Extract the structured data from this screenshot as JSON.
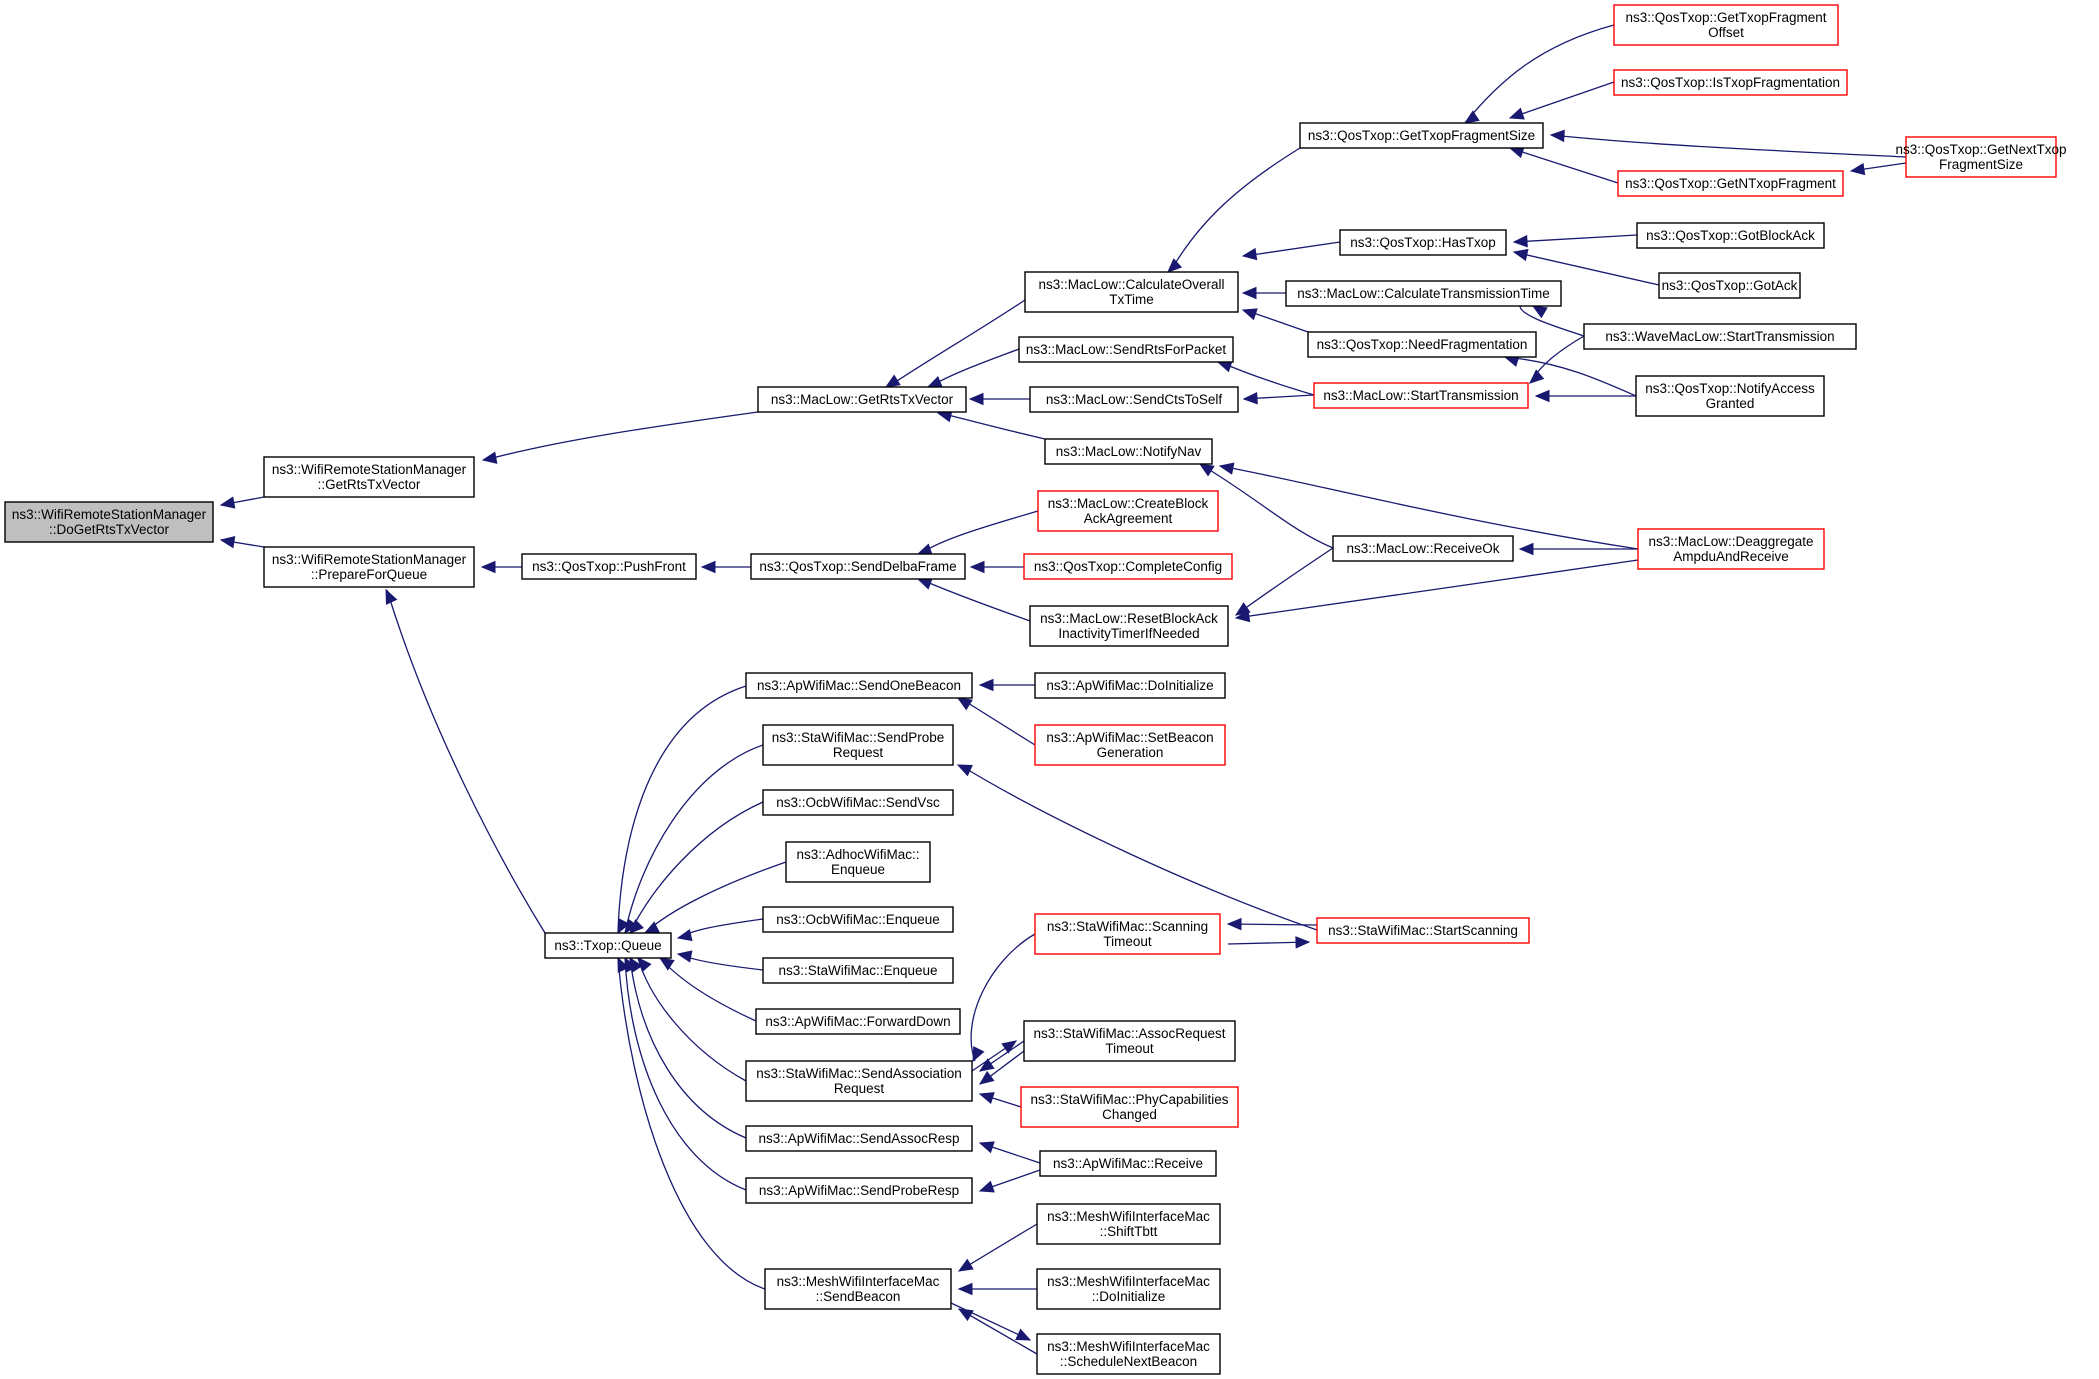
{
  "colors": {
    "edge": "#191970",
    "normal_border": "#000000",
    "red_border": "#ff0000",
    "highlight_fill": "#bfbfbf",
    "fill": "#ffffff"
  },
  "nodes": [
    {
      "id": "n0",
      "lines": [
        "ns3::WifiRemoteStationManager",
        "::DoGetRtsTxVector"
      ],
      "style": "highlight"
    },
    {
      "id": "n1",
      "lines": [
        "ns3::WifiRemoteStationManager",
        "::GetRtsTxVector"
      ],
      "style": "normal"
    },
    {
      "id": "n2",
      "lines": [
        "ns3::WifiRemoteStationManager",
        "::PrepareForQueue"
      ],
      "style": "normal"
    },
    {
      "id": "n3",
      "lines": [
        "ns3::MacLow::GetRtsTxVector"
      ],
      "style": "normal"
    },
    {
      "id": "n4",
      "lines": [
        "ns3::QosTxop::PushFront"
      ],
      "style": "normal"
    },
    {
      "id": "n5",
      "lines": [
        "ns3::Txop::Queue"
      ],
      "style": "normal"
    },
    {
      "id": "n6",
      "lines": [
        "ns3::MacLow::CalculateOverall",
        "TxTime"
      ],
      "style": "normal"
    },
    {
      "id": "n7",
      "lines": [
        "ns3::MacLow::SendRtsForPacket"
      ],
      "style": "normal"
    },
    {
      "id": "n8",
      "lines": [
        "ns3::MacLow::SendCtsToSelf"
      ],
      "style": "normal"
    },
    {
      "id": "n9",
      "lines": [
        "ns3::MacLow::NotifyNav"
      ],
      "style": "normal"
    },
    {
      "id": "n10",
      "lines": [
        "ns3::QosTxop::SendDelbaFrame"
      ],
      "style": "normal"
    },
    {
      "id": "n11",
      "lines": [
        "ns3::MacLow::CreateBlock",
        "AckAgreement"
      ],
      "style": "red"
    },
    {
      "id": "n12",
      "lines": [
        "ns3::QosTxop::CompleteConfig"
      ],
      "style": "red"
    },
    {
      "id": "n13",
      "lines": [
        "ns3::MacLow::ResetBlockAck",
        "InactivityTimerIfNeeded"
      ],
      "style": "normal"
    },
    {
      "id": "n14",
      "lines": [
        "ns3::QosTxop::GetTxopFragmentSize"
      ],
      "style": "normal"
    },
    {
      "id": "n15",
      "lines": [
        "ns3::QosTxop::HasTxop"
      ],
      "style": "normal"
    },
    {
      "id": "n16",
      "lines": [
        "ns3::MacLow::CalculateTransmissionTime"
      ],
      "style": "normal"
    },
    {
      "id": "n17",
      "lines": [
        "ns3::QosTxop::NeedFragmentation"
      ],
      "style": "normal"
    },
    {
      "id": "n18",
      "lines": [
        "ns3::MacLow::StartTransmission"
      ],
      "style": "red"
    },
    {
      "id": "n19",
      "lines": [
        "ns3::MacLow::ReceiveOk"
      ],
      "style": "normal"
    },
    {
      "id": "n20",
      "lines": [
        "ns3::QosTxop::GetTxopFragment",
        "Offset"
      ],
      "style": "red"
    },
    {
      "id": "n21",
      "lines": [
        "ns3::QosTxop::IsTxopFragmentation"
      ],
      "style": "red"
    },
    {
      "id": "n22",
      "lines": [
        "ns3::QosTxop::GetNTxopFragment"
      ],
      "style": "red"
    },
    {
      "id": "n23",
      "lines": [
        "ns3::QosTxop::GetNextTxop",
        "FragmentSize"
      ],
      "style": "red"
    },
    {
      "id": "n24",
      "lines": [
        "ns3::QosTxop::GotBlockAck"
      ],
      "style": "normal"
    },
    {
      "id": "n25",
      "lines": [
        "ns3::QosTxop::GotAck"
      ],
      "style": "normal"
    },
    {
      "id": "n26",
      "lines": [
        "ns3::WaveMacLow::StartTransmission"
      ],
      "style": "normal"
    },
    {
      "id": "n27",
      "lines": [
        "ns3::QosTxop::NotifyAccess",
        "Granted"
      ],
      "style": "normal"
    },
    {
      "id": "n28",
      "lines": [
        "ns3::MacLow::Deaggregate",
        "AmpduAndReceive"
      ],
      "style": "red"
    },
    {
      "id": "n29",
      "lines": [
        "ns3::ApWifiMac::SendOneBeacon"
      ],
      "style": "normal"
    },
    {
      "id": "n30",
      "lines": [
        "ns3::StaWifiMac::SendProbe",
        "Request"
      ],
      "style": "normal"
    },
    {
      "id": "n31",
      "lines": [
        "ns3::OcbWifiMac::SendVsc"
      ],
      "style": "normal"
    },
    {
      "id": "n32",
      "lines": [
        "ns3::AdhocWifiMac::",
        "Enqueue"
      ],
      "style": "normal"
    },
    {
      "id": "n33",
      "lines": [
        "ns3::OcbWifiMac::Enqueue"
      ],
      "style": "normal"
    },
    {
      "id": "n34",
      "lines": [
        "ns3::StaWifiMac::Enqueue"
      ],
      "style": "normal"
    },
    {
      "id": "n35",
      "lines": [
        "ns3::ApWifiMac::ForwardDown"
      ],
      "style": "normal"
    },
    {
      "id": "n36",
      "lines": [
        "ns3::StaWifiMac::SendAssociation",
        "Request"
      ],
      "style": "normal"
    },
    {
      "id": "n37",
      "lines": [
        "ns3::ApWifiMac::SendAssocResp"
      ],
      "style": "normal"
    },
    {
      "id": "n38",
      "lines": [
        "ns3::ApWifiMac::SendProbeResp"
      ],
      "style": "normal"
    },
    {
      "id": "n39",
      "lines": [
        "ns3::MeshWifiInterfaceMac",
        "::SendBeacon"
      ],
      "style": "normal"
    },
    {
      "id": "n40",
      "lines": [
        "ns3::ApWifiMac::DoInitialize"
      ],
      "style": "normal"
    },
    {
      "id": "n41",
      "lines": [
        "ns3::ApWifiMac::SetBeacon",
        "Generation"
      ],
      "style": "red"
    },
    {
      "id": "n42",
      "lines": [
        "ns3::StaWifiMac::Scanning",
        "Timeout"
      ],
      "style": "red"
    },
    {
      "id": "n43",
      "lines": [
        "ns3::StaWifiMac::StartScanning"
      ],
      "style": "red"
    },
    {
      "id": "n44",
      "lines": [
        "ns3::StaWifiMac::AssocRequest",
        "Timeout"
      ],
      "style": "normal"
    },
    {
      "id": "n45",
      "lines": [
        "ns3::StaWifiMac::PhyCapabilities",
        "Changed"
      ],
      "style": "red"
    },
    {
      "id": "n46",
      "lines": [
        "ns3::ApWifiMac::Receive"
      ],
      "style": "normal"
    },
    {
      "id": "n47",
      "lines": [
        "ns3::MeshWifiInterfaceMac",
        "::ShiftTbtt"
      ],
      "style": "normal"
    },
    {
      "id": "n48",
      "lines": [
        "ns3::MeshWifiInterfaceMac",
        "::DoInitialize"
      ],
      "style": "normal"
    },
    {
      "id": "n49",
      "lines": [
        "ns3::MeshWifiInterfaceMac",
        "::ScheduleNextBeacon"
      ],
      "style": "normal"
    }
  ]
}
